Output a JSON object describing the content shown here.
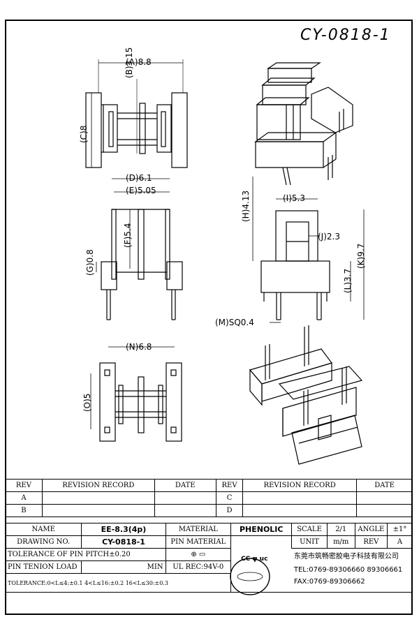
{
  "drawing_code": "CY-0818-1",
  "dimensions": {
    "a": "(A)8.8",
    "b": "(B)3.15",
    "c": "(C)8",
    "d": "(D)6.1",
    "e": "(E)5.05",
    "f": "(F)5.4",
    "g": "(G)0.8",
    "h": "(H)4.13",
    "i": "(I)5.3",
    "j": "(J)2.3",
    "k": "(K)9.7",
    "l": "(L)3.7",
    "m": "(M)SQ0.4",
    "n": "(N)6.8",
    "o": "(O)5"
  },
  "revision_table": {
    "headers": [
      "REV",
      "REVISION RECORD",
      "DATE",
      "REV",
      "REVISION RECORD",
      "DATE"
    ],
    "rows": [
      {
        "rev_left": "A",
        "record_left": "",
        "date_left": "",
        "rev_right": "C",
        "record_right": "",
        "date_right": ""
      },
      {
        "rev_left": "B",
        "record_left": "",
        "date_left": "",
        "rev_right": "D",
        "record_right": "",
        "date_right": ""
      }
    ]
  },
  "title_block": {
    "name_label": "NAME",
    "name_value": "EE-8.3(4p)",
    "material_label": "MATERIAL",
    "material_value": "PHENOLIC",
    "scale_label": "SCALE",
    "scale_value": "2/1",
    "angle_label": "ANGLE",
    "angle_value": "±1°",
    "drawing_no_label": "DRAWING NO.",
    "drawing_no_value": "CY-0818-1",
    "pin_material_label": "PIN MATERIAL",
    "unit_label": "UNIT",
    "unit_value": "m/m",
    "rev_label": "REV",
    "rev_value": "A",
    "tolerance_pitch": "TOLERANCE OF PIN PITCH±0.20",
    "pin_tension_label": "PIN TENION LOAD",
    "pin_tension_value": "MIN",
    "ul_rec": "UL REC:94V-0",
    "tolerance_ranges": "TOLERANCE:0<L≤4:±0.1  4<L≤16:±0.2  16<L≤30:±0.3",
    "company_name": "东莞市筑畅密胶电子科技有限公司",
    "tel": "TEL:0769-89306660 89306661",
    "fax": "FAX:0769-89306662",
    "logo_text": "CC ψ uc"
  }
}
